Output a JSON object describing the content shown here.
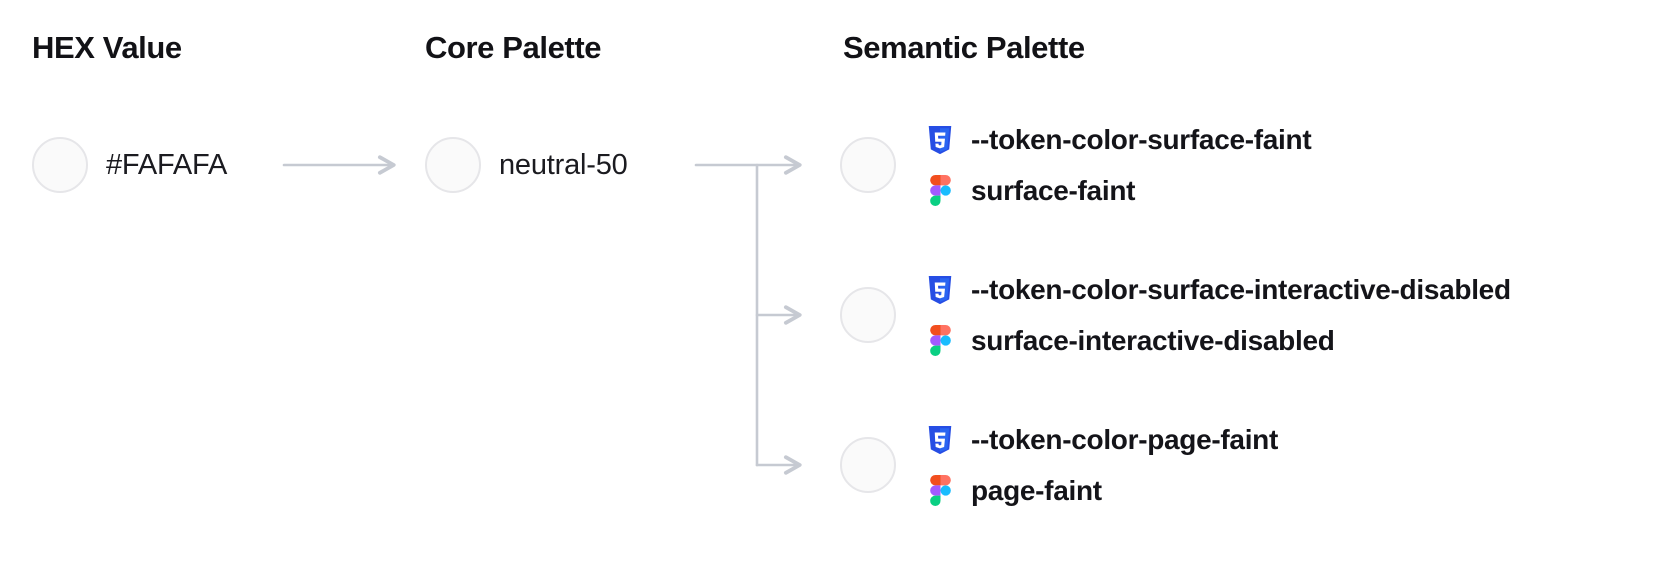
{
  "columns": {
    "hex_title": "HEX Value",
    "core_title": "Core Palette",
    "semantic_title": "Semantic Palette"
  },
  "hex": {
    "value": "#FAFAFA",
    "swatch_color": "#FAFAFA"
  },
  "core": {
    "name": "neutral-50",
    "swatch_color": "#FAFAFA"
  },
  "semantic_tokens": [
    {
      "css_var": "--token-color-surface-faint",
      "figma_name": "surface-faint",
      "swatch_color": "#FAFAFA"
    },
    {
      "css_var": "--token-color-surface-interactive-disabled",
      "figma_name": "surface-interactive-disabled",
      "swatch_color": "#FAFAFA"
    },
    {
      "css_var": "--token-color-page-faint",
      "figma_name": "page-faint",
      "swatch_color": "#FAFAFA"
    }
  ],
  "icons": {
    "css": "css3-shield-icon",
    "figma": "figma-logo-icon"
  },
  "colors": {
    "swatch_fill": "#FAFAFA",
    "swatch_border": "#E6E6E9",
    "connector": "#C6CAD2",
    "text": "#17171C"
  }
}
